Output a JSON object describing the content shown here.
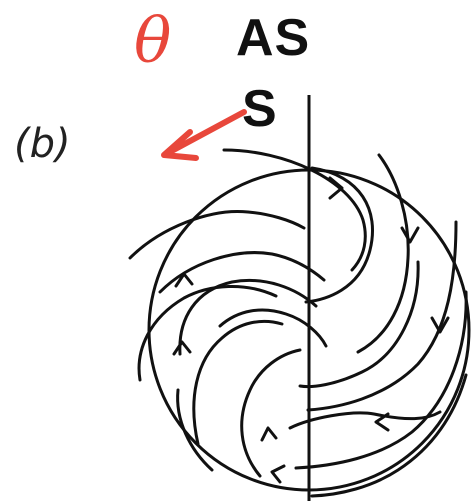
{
  "labels": {
    "theta": "θ",
    "ass_line1": "AS",
    "ass_line2": "S",
    "panel": "(b)"
  },
  "colors": {
    "accent": "#e8473b",
    "ink": "#111111",
    "background": "#ffffff"
  },
  "icons": [
    "red-arrow-icon",
    "flow-arrowhead-icon"
  ]
}
